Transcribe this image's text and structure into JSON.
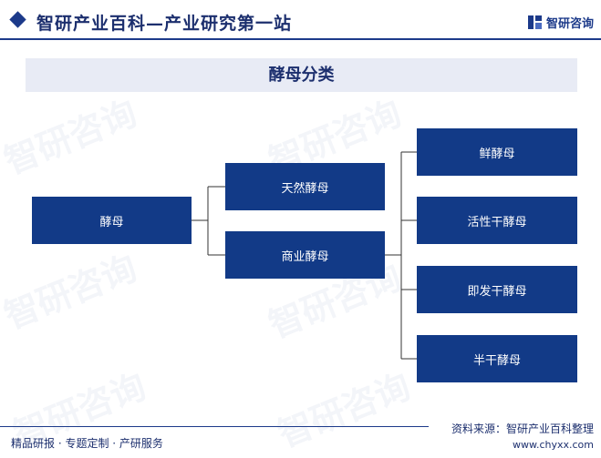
{
  "header": {
    "title": "智研产业百科—产业研究第一站",
    "logo_text": "智研咨询",
    "logo_icon": "chyxx-logo-icon"
  },
  "subtitle": "酵母分类",
  "diagram": {
    "root": "酵母",
    "level1": [
      "天然酵母",
      "商业酵母"
    ],
    "level2": [
      "鲜酵母",
      "活性干酵母",
      "即发干酵母",
      "半干酵母"
    ]
  },
  "watermark": "智研咨询",
  "footer": {
    "left": "精品研报 · 专题定制 · 产研服务",
    "source": "资料来源：智研产业百科整理",
    "url": "www.chyxx.com"
  },
  "colors": {
    "node_fill": "#123a87",
    "title": "#1c2f6e",
    "band": "#e8ebf5"
  }
}
